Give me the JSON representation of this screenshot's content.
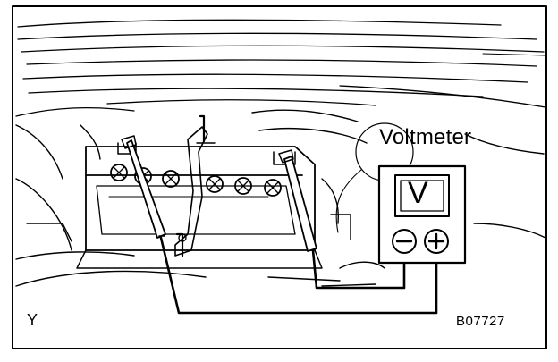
{
  "labels": {
    "voltmeter": "Voltmeter",
    "display": "V",
    "corner": "Y",
    "figure_code": "B07727"
  },
  "icons": [
    "battery-icon",
    "voltmeter-icon",
    "negative-terminal-icon",
    "positive-terminal-icon",
    "probe-icon"
  ],
  "colors": {
    "ink": "#000000",
    "paper": "#ffffff"
  }
}
